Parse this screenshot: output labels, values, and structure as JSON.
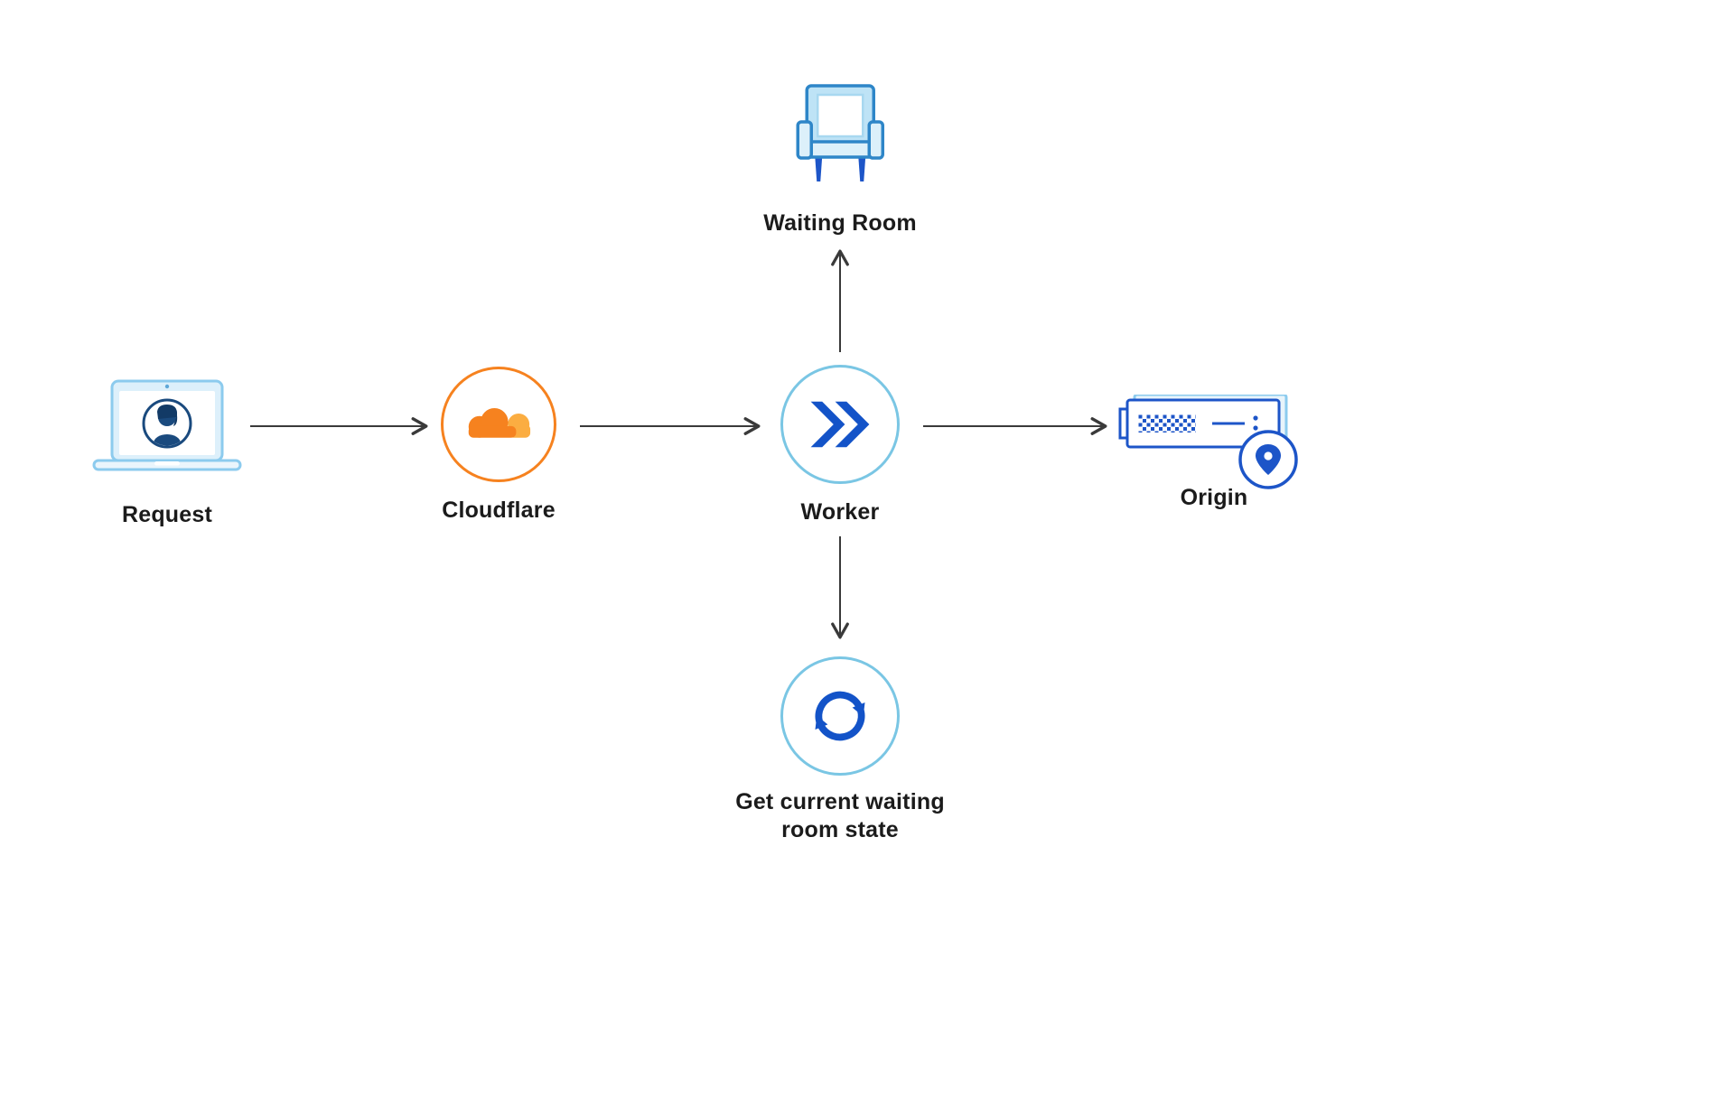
{
  "diagram": {
    "nodes": {
      "request": {
        "label": "Request",
        "icon": "laptop-user-icon"
      },
      "cloudflare": {
        "label": "Cloudflare",
        "icon": "cloudflare-logo-icon"
      },
      "worker": {
        "label": "Worker",
        "icon": "workers-chevrons-icon"
      },
      "origin": {
        "label": "Origin",
        "icon": "server-location-icon"
      },
      "waiting_room": {
        "label": "Waiting Room",
        "icon": "chair-icon"
      },
      "waiting_room_state": {
        "label": "Get current waiting room state",
        "icon": "sync-icon"
      }
    },
    "edges": [
      {
        "from": "request",
        "to": "cloudflare"
      },
      {
        "from": "cloudflare",
        "to": "worker"
      },
      {
        "from": "worker",
        "to": "origin"
      },
      {
        "from": "worker",
        "to": "waiting_room"
      },
      {
        "from": "worker",
        "to": "waiting_room_state"
      }
    ],
    "colors": {
      "background": "#ffffff",
      "arrow": "#3a3a3a",
      "label_text": "#1b1b1b",
      "cloudflare_orange": "#F6821F",
      "cloudflare_light_orange": "#FBAD41",
      "worker_blue": "#1353C8",
      "circle_teal_border": "#7AC6E4",
      "icon_light_blue_outline": "#8CCBEE",
      "icon_mid_blue_outline": "#2E86C8",
      "icon_light_blue_fill": "#BEE3F6",
      "icon_pale_blue_fill": "#DCF0FA",
      "avatar_navy": "#1A4A7E"
    }
  }
}
